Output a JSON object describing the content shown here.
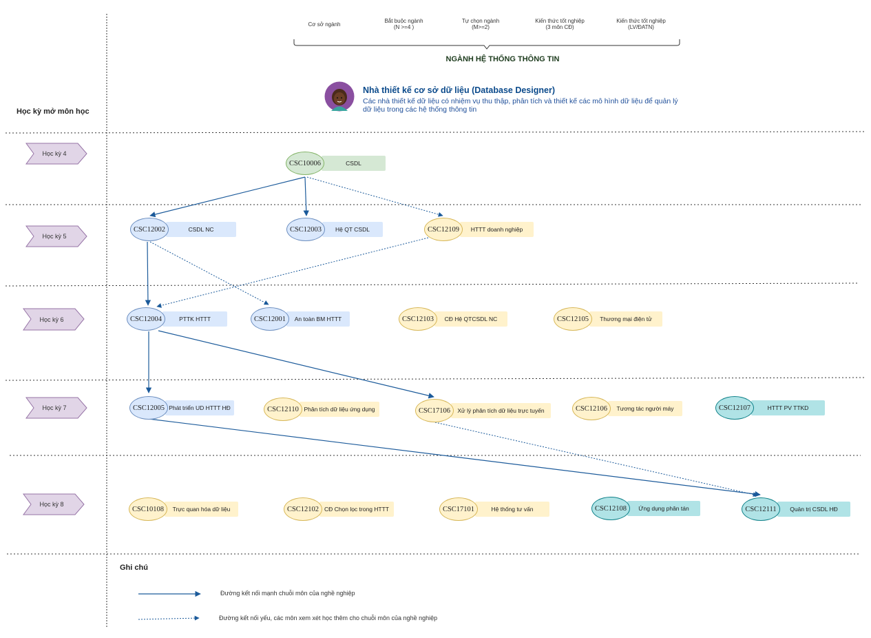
{
  "colors": {
    "co_so": "#d5e8d4",
    "co_so_border": "#82b366",
    "bat_buoc": "#dae8fc",
    "bat_buoc_border": "#6c8ebf",
    "tu_chon": "#fff2cc",
    "tu_chon_border": "#d6b656",
    "ktn_cd": "#b0e3e6",
    "ktn_cd_border": "#0e8088",
    "ktn_lv": "#f8cecc",
    "semester_fill": "#e1d5e7",
    "semester_border": "#9673a6",
    "line": "#1b5a9a"
  },
  "legend": [
    {
      "key": "co_so",
      "line1": "Cơ sở ngành",
      "line2": ""
    },
    {
      "key": "bat_buoc",
      "line1": "Bắt buộc ngành",
      "line2": "(N >=4 )"
    },
    {
      "key": "tu_chon",
      "line1": "Tự chọn ngành",
      "line2": "(M>=2)"
    },
    {
      "key": "ktn_cd",
      "line1": "Kiến thức tốt nghiệp",
      "line2": "(3 môn CĐ)"
    },
    {
      "key": "ktn_lv",
      "line1": "Kiến thức  tốt nghiệp",
      "line2": "(LV/ĐATN)"
    }
  ],
  "track_title": "NGÀNH HỆ THỐNG THÔNG TIN",
  "role": {
    "avatar_icon": "person-avatar-icon",
    "name": "Nhà thiết kế cơ sở dữ liệu (Database Designer)",
    "description": "Các nhà thiết kế dữ liệu có nhiệm vụ thu thập, phân tích và thiết kế các mô hình dữ liệu để quản lý dữ liệu trong các hệ thống thông tin"
  },
  "semester_header": "Học kỳ mở môn học",
  "semesters": [
    {
      "id": "hk4",
      "label": "Học kỳ 4"
    },
    {
      "id": "hk5",
      "label": "Học kỳ 5"
    },
    {
      "id": "hk6",
      "label": "Học kỳ 6"
    },
    {
      "id": "hk7",
      "label": "Học kỳ 7"
    },
    {
      "id": "hk8",
      "label": "Học kỳ 8"
    }
  ],
  "courses": [
    {
      "code": "CSC10006",
      "name": "CSDL",
      "type": "co_so"
    },
    {
      "code": "CSC12002",
      "name": "CSDL NC",
      "type": "bat_buoc"
    },
    {
      "code": "CSC12003",
      "name": "Hệ QT CSDL",
      "type": "bat_buoc"
    },
    {
      "code": "CSC12109",
      "name": "HTTT doanh nghiệp",
      "type": "tu_chon"
    },
    {
      "code": "CSC12004",
      "name": "PTTK HTTT",
      "type": "bat_buoc"
    },
    {
      "code": "CSC12001",
      "name": "An toàn BM HTTT",
      "type": "bat_buoc"
    },
    {
      "code": "CSC12103",
      "name": "CĐ Hệ QTCSDL NC",
      "type": "tu_chon"
    },
    {
      "code": "CSC12105",
      "name": "Thương mại điện tử",
      "type": "tu_chon"
    },
    {
      "code": "CSC12005",
      "name": "Phát triển UD HTTT HĐ",
      "type": "bat_buoc"
    },
    {
      "code": "CSC12110",
      "name": "Phân tích dữ liệu ứng dụng",
      "type": "tu_chon"
    },
    {
      "code": "CSC17106",
      "name": "Xử lý phân tích dữ liệu trực tuyến",
      "type": "tu_chon"
    },
    {
      "code": "CSC12106",
      "name": "Tương tác người máy",
      "type": "tu_chon"
    },
    {
      "code": "CSC12107",
      "name": "HTTT PV TTKD",
      "type": "ktn_cd"
    },
    {
      "code": "CSC10108",
      "name": "Trực quan hóa dữ liệu",
      "type": "tu_chon"
    },
    {
      "code": "CSC12102",
      "name": "CĐ Chọn lọc trong HTTT",
      "type": "tu_chon"
    },
    {
      "code": "CSC17101",
      "name": "Hệ thống tư vấn",
      "type": "tu_chon"
    },
    {
      "code": "CSC12108",
      "name": "Ứng dụng phân tán",
      "type": "ktn_cd"
    },
    {
      "code": "CSC12111",
      "name": "Quản trị CSDL HĐ",
      "type": "ktn_cd"
    }
  ],
  "edges": [
    {
      "from": "CSC10006",
      "to": "CSC12002",
      "kind": "strong"
    },
    {
      "from": "CSC10006",
      "to": "CSC12003",
      "kind": "strong"
    },
    {
      "from": "CSC10006",
      "to": "CSC12109",
      "kind": "weak"
    },
    {
      "from": "CSC12002",
      "to": "CSC12004",
      "kind": "strong"
    },
    {
      "from": "CSC12002",
      "to": "CSC12001",
      "kind": "weak"
    },
    {
      "from": "CSC12109",
      "to": "CSC12004",
      "kind": "weak"
    },
    {
      "from": "CSC12004",
      "to": "CSC12005",
      "kind": "strong"
    },
    {
      "from": "CSC12004",
      "to": "CSC17106",
      "kind": "strong"
    },
    {
      "from": "CSC12005",
      "to": "CSC12111",
      "kind": "strong"
    },
    {
      "from": "CSC17106",
      "to": "CSC12111",
      "kind": "weak"
    }
  ],
  "notes": {
    "title": "Ghi chú",
    "strong": "Đường kết nối mạnh chuỗi môn của nghề nghiệp",
    "weak": "Đường kết nối yếu, các môn xem xét học thêm cho chuỗi môn của nghề nghiệp"
  }
}
